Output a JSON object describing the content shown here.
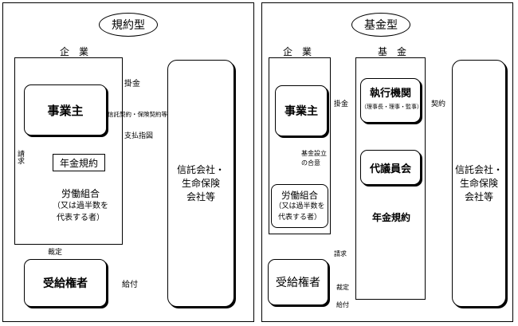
{
  "left": {
    "title": "規約型",
    "company_label": "企　業",
    "employer": "事業主",
    "pension_rules": "年金規約",
    "labor_union_line1": "労働組合",
    "labor_union_line2": "（又は過半数を",
    "labor_union_line3": "代表する者）",
    "trust_line1": "信託会社・",
    "trust_line2": "生命保険",
    "trust_line3": "会社等",
    "beneficiary": "受給権者",
    "arrow_contribution": "掛金",
    "arrow_contract": "信託契約・保険契約等",
    "arrow_payment_instruction": "支払指図",
    "arrow_request": "請求",
    "arrow_ruling": "裁定",
    "arrow_benefit": "給付"
  },
  "right": {
    "title": "基金型",
    "company_label": "企　業",
    "fund_label": "基　金",
    "employer": "事業主",
    "fund_agreement_line1": "基金設立",
    "fund_agreement_line2": "の合意",
    "labor_union_line1": "労働組合",
    "labor_union_line2": "（又は過半数を",
    "labor_union_line3": "代表する者）",
    "executive_title": "執行機関",
    "executive_sub": "（理事長・理事・監事）",
    "delegates": "代議員会",
    "pension_rules": "年金規約",
    "trust_line1": "信託会社・",
    "trust_line2": "生命保険",
    "trust_line3": "会社等",
    "beneficiary": "受給権者",
    "arrow_contribution": "掛金",
    "arrow_contract": "契約",
    "arrow_request": "請求",
    "arrow_ruling": "裁定",
    "arrow_benefit": "給付"
  }
}
